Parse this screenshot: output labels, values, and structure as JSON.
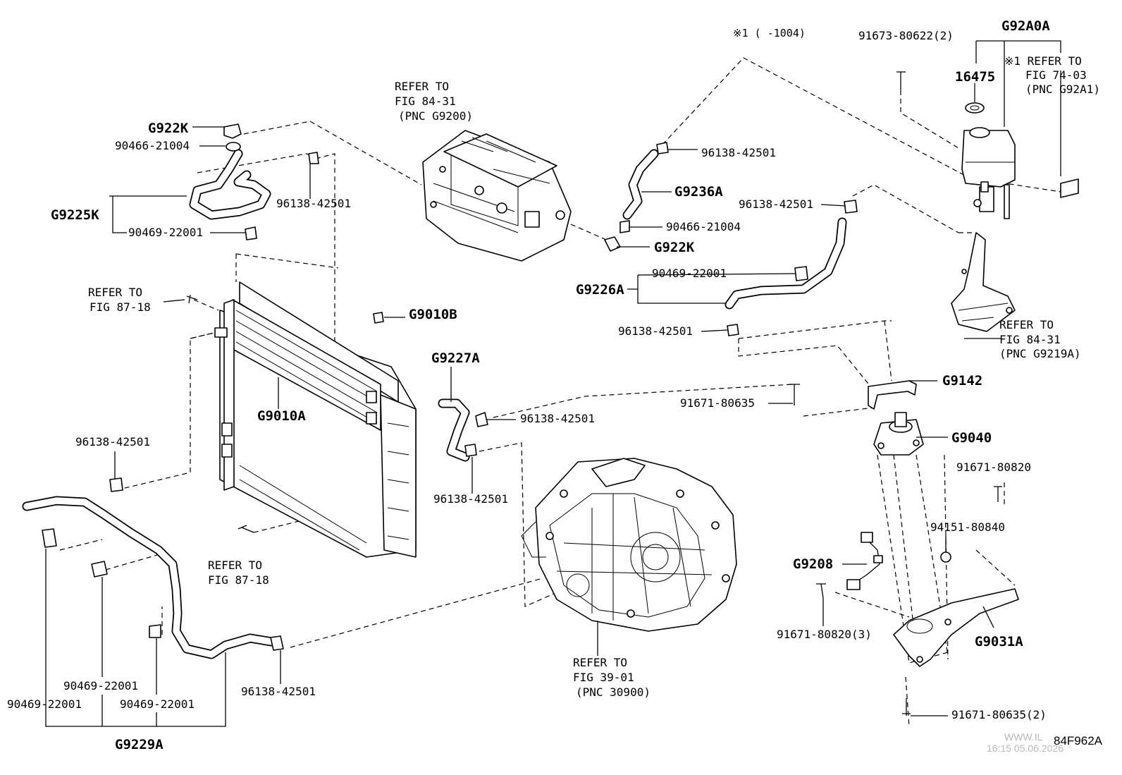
{
  "note_top": "※1 (      -1004)",
  "labels": {
    "g92a0a": "G92A0A",
    "p91673": "91673-80622(2)",
    "p16475": "16475",
    "refer_92a1_l1": "※1 REFER TO",
    "refer_92a1_l2": "FIG 74-03",
    "refer_92a1_l3": "(PNC G92A1)",
    "refer_9200_l1": "REFER TO",
    "refer_9200_l2": "FIG 84-31",
    "refer_9200_l3": "(PNC G9200)",
    "g922k_a": "G922K",
    "p90466_a": "90466-21004",
    "p96138_a": "96138-42501",
    "g9225k": "G9225K",
    "p90469_a": "90469-22001",
    "p96138_b": "96138-42501",
    "g9236a": "G9236A",
    "p96138_c": "96138-42501",
    "p90466_b": "90466-21004",
    "g922k_b": "G922K",
    "p90469_b": "90469-22001",
    "g9226a": "G9226A",
    "p96138_d": "96138-42501",
    "refer_8718a_l1": "REFER TO",
    "refer_8718a_l2": "FIG 87-18",
    "g9010b": "G9010B",
    "refer_9219a_l1": "REFER TO",
    "refer_9219a_l2": "FIG 84-31",
    "refer_9219a_l3": "(PNC G9219A)",
    "g9227a": "G9227A",
    "g9010a": "G9010A",
    "g9142": "G9142",
    "p91671_a": "91671-80635",
    "p96138_e": "96138-42501",
    "g9040": "G9040",
    "p96138_f": "96138-42501",
    "p91671_b": "91671-80820",
    "p96138_g": "96138-42501",
    "p94151": "94151-80840",
    "refer_8718b_l1": "REFER TO",
    "refer_8718b_l2": "FIG 87-18",
    "g9208": "G9208",
    "p91671_c": "91671-80820(3)",
    "g9031a": "G9031A",
    "refer_3901_l1": "REFER TO",
    "refer_3901_l2": "FIG 39-01",
    "refer_3901_l3": "(PNC 30900)",
    "p90469_c": "90469-22001",
    "p96138_h": "96138-42501",
    "p90469_d": "90469-22001",
    "p90469_e": "90469-22001",
    "g9229a": "G9229A",
    "p91671_d": "91671-80635(2)",
    "diagram_code": "84F962A",
    "watermark_l1": "WWW.IL",
    "watermark_l2": "16:15 05.06.2026"
  }
}
